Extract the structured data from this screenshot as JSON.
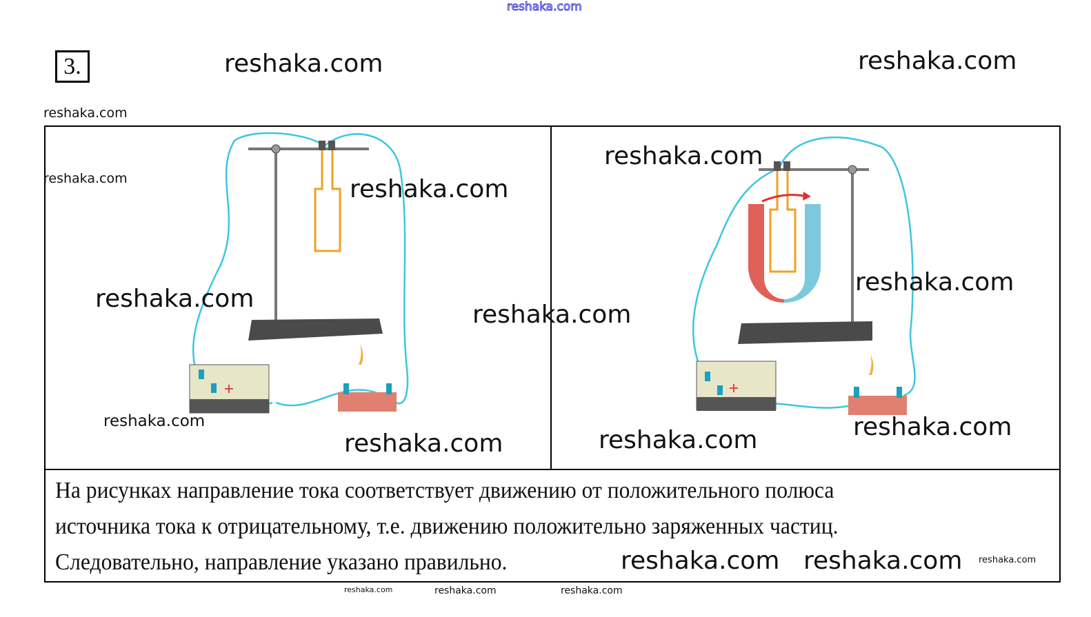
{
  "header": {
    "watermark_top": "reshaka.com",
    "task_number": "3."
  },
  "watermarks": {
    "w1": "reshaka.com",
    "w2": "reshaka.com",
    "w3": "reshaka.com",
    "w4": "reshaka.com",
    "w5": "reshaka.com",
    "w6": "reshaka.com",
    "w7": "reshaka.com",
    "w8": "reshaka.com",
    "w9": "reshaka.com",
    "w10": "reshaka.com",
    "w11": "reshaka.com",
    "w12": "reshaka.com",
    "w13": "reshaka.com",
    "w14": "reshaka.com",
    "w15": "reshaka.com",
    "w16": "reshaka.com",
    "w17": "reshaka.com",
    "w18": "reshaka.com",
    "w19": "reshaka.com"
  },
  "colors": {
    "wire": "#3cc6e0",
    "frame": "#f0a020",
    "magnet_red": "#e0605a",
    "magnet_blue": "#7cc8dc"
  },
  "answer": {
    "lines": [
      "На рисунках направление тока соответствует движению от положительного полюса",
      "источника тока к отрицательному, т.е. движению положительно заряженных частиц.",
      "Следовательно, направление указано правильно."
    ]
  }
}
